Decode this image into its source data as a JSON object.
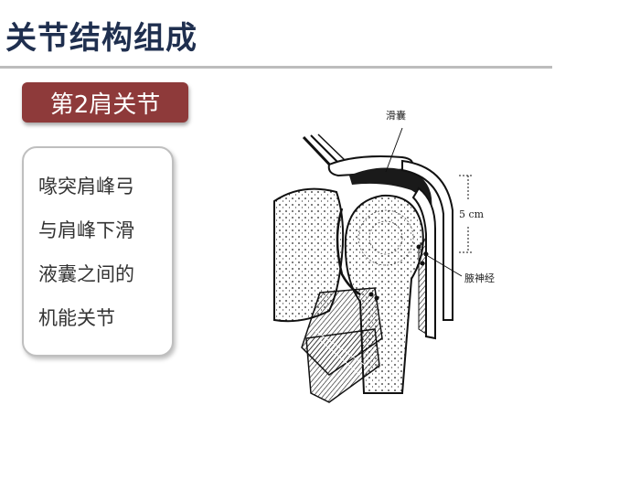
{
  "header": {
    "title": "关节结构组成"
  },
  "section": {
    "badge": "第2肩关节"
  },
  "card": {
    "lines": [
      "喙突肩峰弓",
      "与肩峰下滑",
      "液囊之间的",
      "机能关节"
    ]
  },
  "figure": {
    "label_bursa": "滑囊",
    "label_distance": "5 cm",
    "label_nerve": "腋神经"
  },
  "colors": {
    "title": "#1f2f4f",
    "badge": "#8e3a3a",
    "rule": "#bdbdbd"
  }
}
